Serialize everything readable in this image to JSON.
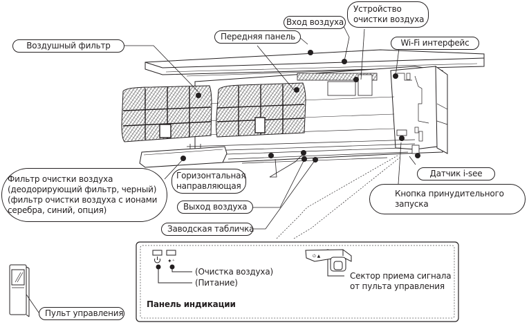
{
  "unit_labels": {
    "air_filter": "Воздушный фильтр",
    "front_panel": "Передняя панель",
    "air_inlet": "Вход воздуха",
    "air_cleaner": [
      "Устройство",
      "очистки воздуха"
    ],
    "wifi_interface": "Wi-Fi интерфейс",
    "air_cleaning_filter": [
      "Фильтр очистки воздуха",
      "(деодорирующий фильтр, черный)",
      "(фильтр очистки воздуха с ионами",
      "серебра, синий, опция)"
    ],
    "horizontal_vane": [
      "Горизонтальная",
      "направляющая"
    ],
    "air_outlet": "Выход воздуха",
    "nameplate": "Заводская табличка",
    "isee_sensor": "Датчик i-see",
    "emergency_button": [
      "Кнопка принудительного",
      "запуска"
    ],
    "remote_control": "Пульт управления"
  },
  "indicator_panel": {
    "title": "Панель индикации",
    "air_cleaning_label": "(Очистка воздуха)",
    "power_label": "(Питание)",
    "receiver_label": [
      "Сектор приема сигнала",
      "от пульта управления"
    ],
    "icons": [
      "power-icon",
      "air-cleaning-icon"
    ]
  }
}
